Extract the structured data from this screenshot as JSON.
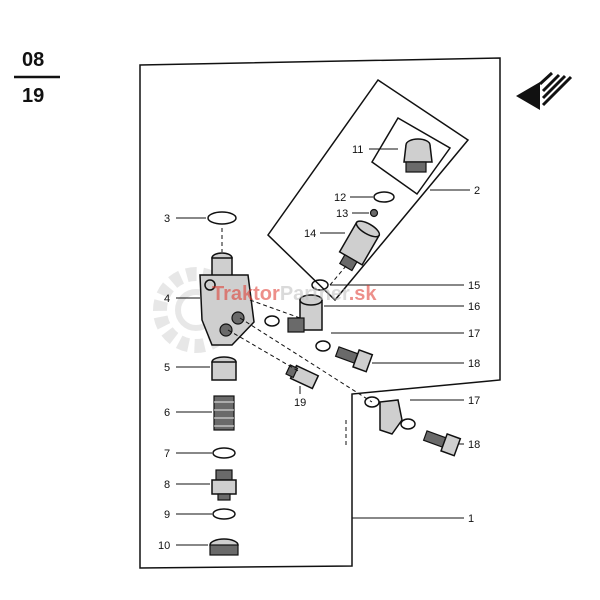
{
  "page": {
    "number_top": "08",
    "number_bottom": "19"
  },
  "watermark": {
    "part1": "Traktor",
    "part2": "Partner",
    "part3": ".sk"
  },
  "labels": {
    "l1": "1",
    "l2": "2",
    "l3": "3",
    "l4": "4",
    "l5": "5",
    "l6": "6",
    "l7": "7",
    "l8": "8",
    "l9": "9",
    "l10": "10",
    "l11": "11",
    "l12": "12",
    "l13": "13",
    "l14": "14",
    "l15": "15",
    "l16": "16",
    "l17a": "17",
    "l17b": "17",
    "l18a": "18",
    "l18b": "18",
    "l19": "19"
  },
  "colors": {
    "ink": "#111111",
    "watermark_red": "#e0352b",
    "watermark_gray": "#bdbdbd"
  }
}
